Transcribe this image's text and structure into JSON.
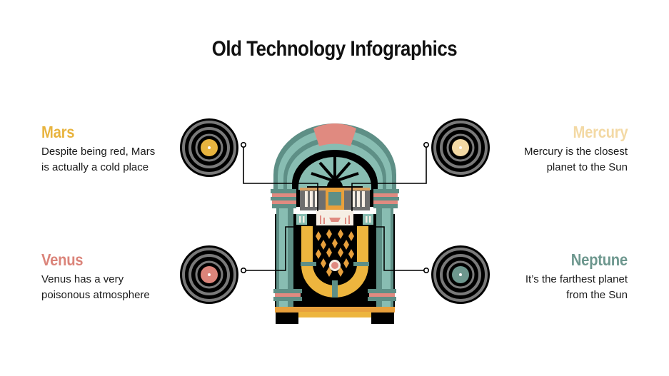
{
  "title": "Old Technology Infographics",
  "colors": {
    "mars": "#E8B43F",
    "venus": "#DB847A",
    "mercury": "#F3D9A4",
    "neptune": "#6D978E",
    "teal_light": "#88BDB2",
    "teal_dark": "#5E8F86",
    "pink": "#E08A80",
    "orange": "#E8A03C",
    "yellow": "#EDB53E",
    "record_gray": "#7A7A7A",
    "black": "#000000"
  },
  "items": {
    "mars": {
      "name": "Mars",
      "description_line1": "Despite being red, Mars",
      "description_line2": "is actually a cold place",
      "record_label_color": "#E8B43F"
    },
    "venus": {
      "name": "Venus",
      "description_line1": "Venus has a very",
      "description_line2": "poisonous atmosphere",
      "record_label_color": "#DB847A"
    },
    "mercury": {
      "name": "Mercury",
      "description_line1": "Mercury is the closest",
      "description_line2": "planet to the Sun",
      "record_label_color": "#F3D9A4"
    },
    "neptune": {
      "name": "Neptune",
      "description_line1": "It’s the farthest planet",
      "description_line2": "from the Sun",
      "record_label_color": "#6D978E"
    }
  },
  "icons": {
    "central": "jukebox-icon",
    "records": "vinyl-record-icon"
  }
}
